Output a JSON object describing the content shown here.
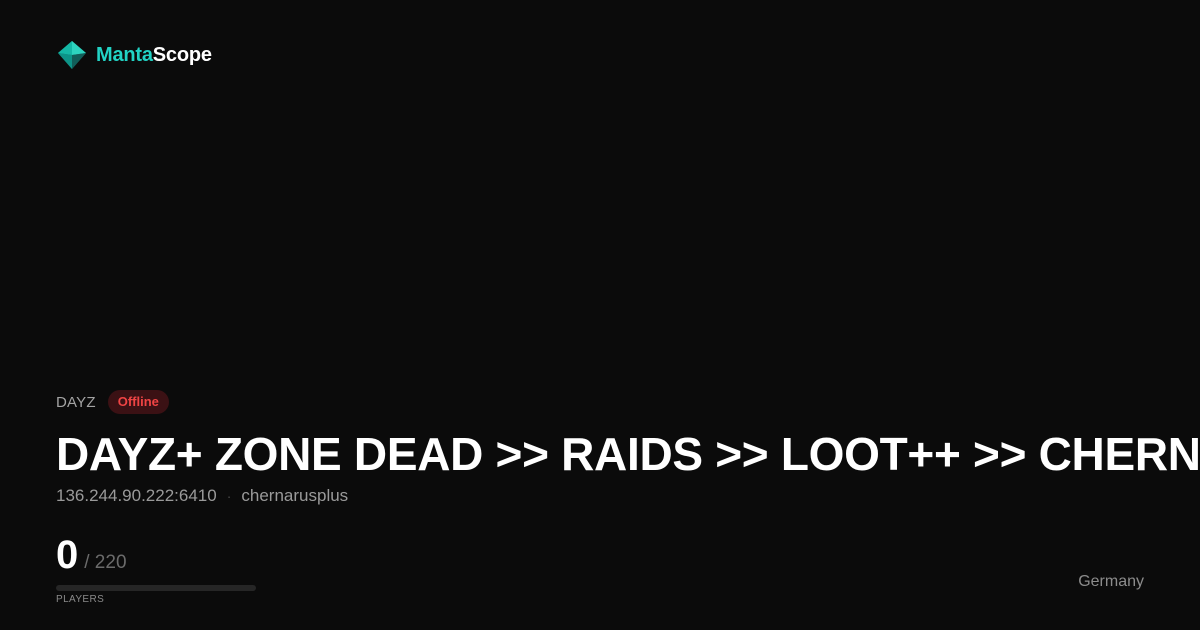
{
  "brand": {
    "name_part1": "Manta",
    "name_part2": "Scope",
    "logo_icon": "diamond-gem-logo",
    "accent_color": "#22d3c5"
  },
  "server": {
    "game": "DAYZ",
    "status": "Offline",
    "status_color": "#ef4444",
    "title": "DAYZ+ ZONE DEAD >> RAIDS >> LOOT++ >> CHERNARUS",
    "address": "136.244.90.222:6410",
    "separator": "·",
    "map": "chernarusplus",
    "country": "Germany"
  },
  "players": {
    "current": "0",
    "max": "/ 220",
    "label": "PLAYERS",
    "fill_fraction": 0
  }
}
